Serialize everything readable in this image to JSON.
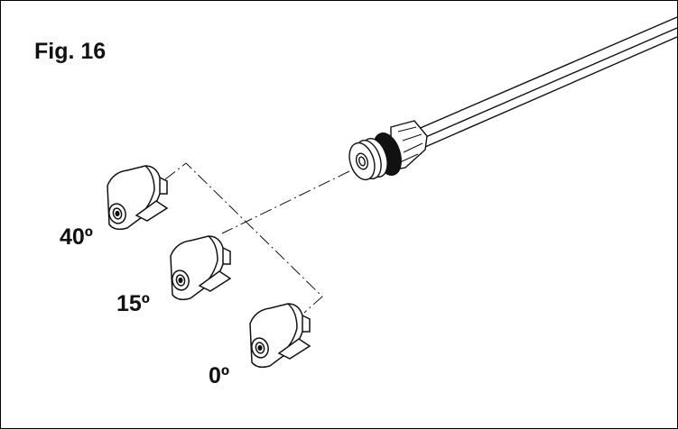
{
  "figure": {
    "title": "Fig. 16"
  },
  "nozzles": [
    {
      "label": "40º"
    },
    {
      "label": "15º"
    },
    {
      "label": "0º"
    }
  ]
}
